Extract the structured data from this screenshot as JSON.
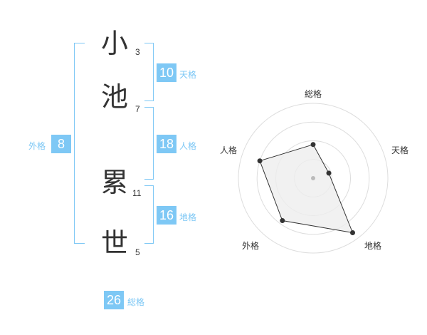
{
  "name": {
    "characters": [
      {
        "char": "小",
        "strokes": "3"
      },
      {
        "char": "池",
        "strokes": "7"
      },
      {
        "char": "累",
        "strokes": "11"
      },
      {
        "char": "世",
        "strokes": "5"
      }
    ]
  },
  "fortune": {
    "tenkaku": {
      "value": "10",
      "label": "天格"
    },
    "jinkaku": {
      "value": "18",
      "label": "人格"
    },
    "chikaku": {
      "value": "16",
      "label": "地格"
    },
    "gaikaku": {
      "value": "8",
      "label": "外格"
    },
    "soukaku": {
      "value": "26",
      "label": "総格"
    }
  },
  "colors": {
    "accent": "#7ec8f5",
    "text": "#333333",
    "radar_fill": "#eeeeee",
    "radar_grid": "#dddddd"
  },
  "chart_data": {
    "type": "radar",
    "axes": [
      "総格",
      "天格",
      "地格",
      "外格",
      "人格"
    ],
    "values": [
      0.45,
      0.22,
      0.9,
      0.7,
      0.75
    ],
    "rlim": [
      0,
      1
    ],
    "rings": 4,
    "grid": true
  }
}
